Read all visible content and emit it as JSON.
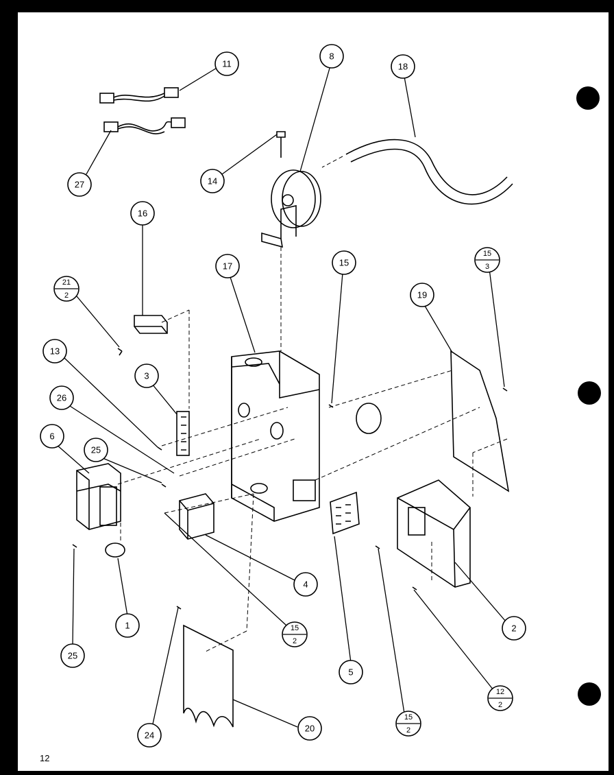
{
  "page_number": "12",
  "callouts": [
    {
      "id": "c11",
      "label": "11"
    },
    {
      "id": "c8",
      "label": "8"
    },
    {
      "id": "c18",
      "label": "18"
    },
    {
      "id": "c27",
      "label": "27"
    },
    {
      "id": "c14",
      "label": "14"
    },
    {
      "id": "c16",
      "label": "16"
    },
    {
      "id": "c17",
      "label": "17"
    },
    {
      "id": "c15a",
      "label": "15"
    },
    {
      "id": "c19",
      "label": "19"
    },
    {
      "id": "c13",
      "label": "13"
    },
    {
      "id": "c3",
      "label": "3"
    },
    {
      "id": "c26",
      "label": "26"
    },
    {
      "id": "c6",
      "label": "6"
    },
    {
      "id": "c25a",
      "label": "25"
    },
    {
      "id": "c4",
      "label": "4"
    },
    {
      "id": "c2",
      "label": "2"
    },
    {
      "id": "c1",
      "label": "1"
    },
    {
      "id": "c25b",
      "label": "25"
    },
    {
      "id": "c5",
      "label": "5"
    },
    {
      "id": "c24",
      "label": "24"
    },
    {
      "id": "c20",
      "label": "20"
    }
  ],
  "fraction_callouts": [
    {
      "id": "f21_2",
      "top": "21",
      "bottom": "2"
    },
    {
      "id": "f15_3",
      "top": "15",
      "bottom": "3"
    },
    {
      "id": "f15_2a",
      "top": "15",
      "bottom": "2"
    },
    {
      "id": "f15_2b",
      "top": "15",
      "bottom": "2"
    },
    {
      "id": "f12_2",
      "top": "12",
      "bottom": "2"
    }
  ]
}
